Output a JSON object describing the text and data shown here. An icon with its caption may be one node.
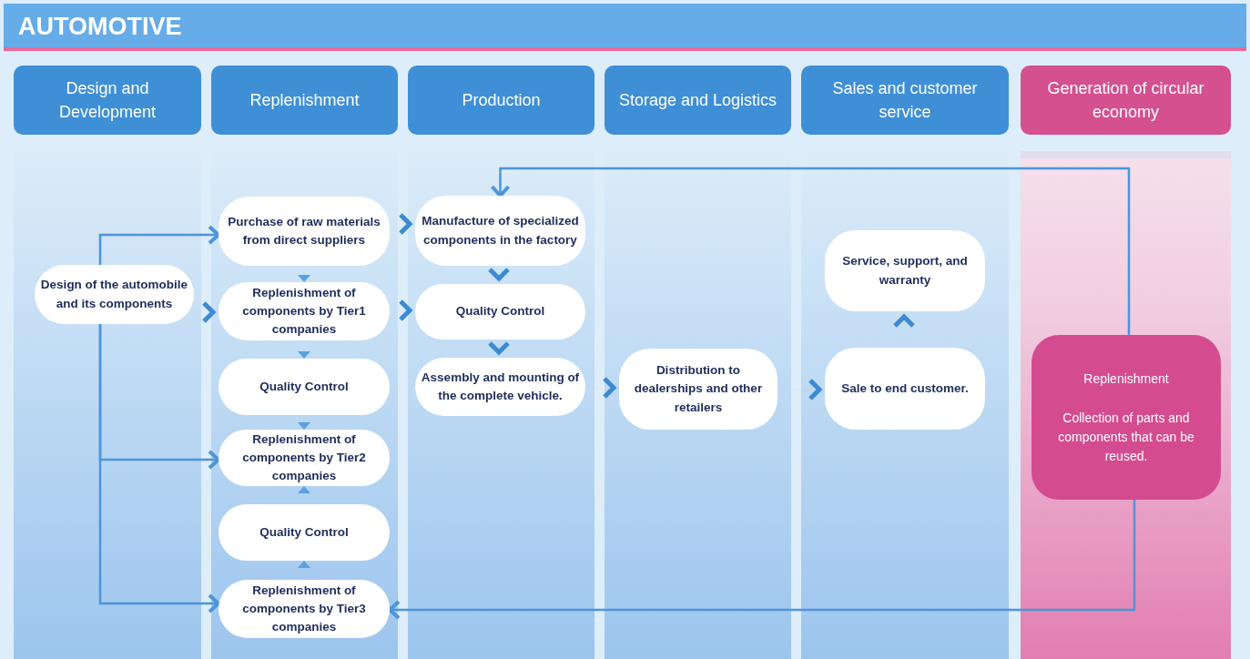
{
  "diagram": {
    "title": "AUTOMOTIVE",
    "nodes": [
      {
        "text": [
          "Design and Development"
        ]
      },
      {
        "text": [
          "Replenishment"
        ]
      },
      {
        "text": [
          "Production"
        ]
      },
      {
        "text": [
          "Storage and Logistics"
        ]
      },
      {
        "text": [
          "Sales and customer service"
        ]
      },
      {
        "text": [
          "Generation of circular economy"
        ]
      },
      {
        "text": [
          "Design of the automobile and its components"
        ]
      },
      {
        "text": [
          "Purchase of raw materials from direct suppliers"
        ]
      },
      {
        "text": [
          "Replenishment of components by Tier1 companies"
        ]
      },
      {
        "text": [
          "Quality Control"
        ]
      },
      {
        "text": [
          "Replenishment of components by Tier2 companies"
        ]
      },
      {
        "text": [
          "Quality Control"
        ]
      },
      {
        "text": [
          "Replenishment of components by Tier3 companies"
        ]
      },
      {
        "text": [
          "Manufacture of specialized components in the factory"
        ]
      },
      {
        "text": [
          "Quality Control"
        ]
      },
      {
        "text": [
          "Assembly and mounting of the complete vehicle."
        ]
      },
      {
        "text": [
          "Distribution to dealerships and other retailers"
        ]
      },
      {
        "text": [
          "Service, support, and warranty"
        ]
      },
      {
        "text": [
          "Sale to end customer."
        ]
      },
      {
        "text": [
          "Replenishment",
          "Collection of parts and components that can be reused."
        ]
      }
    ],
    "edges": [
      {
        "from": 6,
        "to": 7,
        "arrow": "to"
      },
      {
        "from": 6,
        "to": 8,
        "arrow": "to"
      },
      {
        "from": 6,
        "to": 10,
        "arrow": "to"
      },
      {
        "from": 6,
        "to": 12,
        "arrow": "to"
      },
      {
        "from": 7,
        "to": 8,
        "arrow": "to"
      },
      {
        "from": 8,
        "to": 9,
        "arrow": "to"
      },
      {
        "from": 9,
        "to": 10,
        "arrow": "to"
      },
      {
        "from": 11,
        "to": 10,
        "arrow": "to"
      },
      {
        "from": 12,
        "to": 11,
        "arrow": "to"
      },
      {
        "from": 7,
        "to": 13,
        "arrow": "to"
      },
      {
        "from": 8,
        "to": 14,
        "arrow": "to"
      },
      {
        "from": 13,
        "to": 14,
        "arrow": "to"
      },
      {
        "from": 14,
        "to": 15,
        "arrow": "to"
      },
      {
        "from": 15,
        "to": 16,
        "arrow": "to"
      },
      {
        "from": 16,
        "to": 18,
        "arrow": "to"
      },
      {
        "from": 18,
        "to": 17,
        "arrow": "to"
      },
      {
        "from": 19,
        "to": 13,
        "arrow": "to"
      },
      {
        "from": 19,
        "to": 12,
        "arrow": "to"
      }
    ]
  }
}
